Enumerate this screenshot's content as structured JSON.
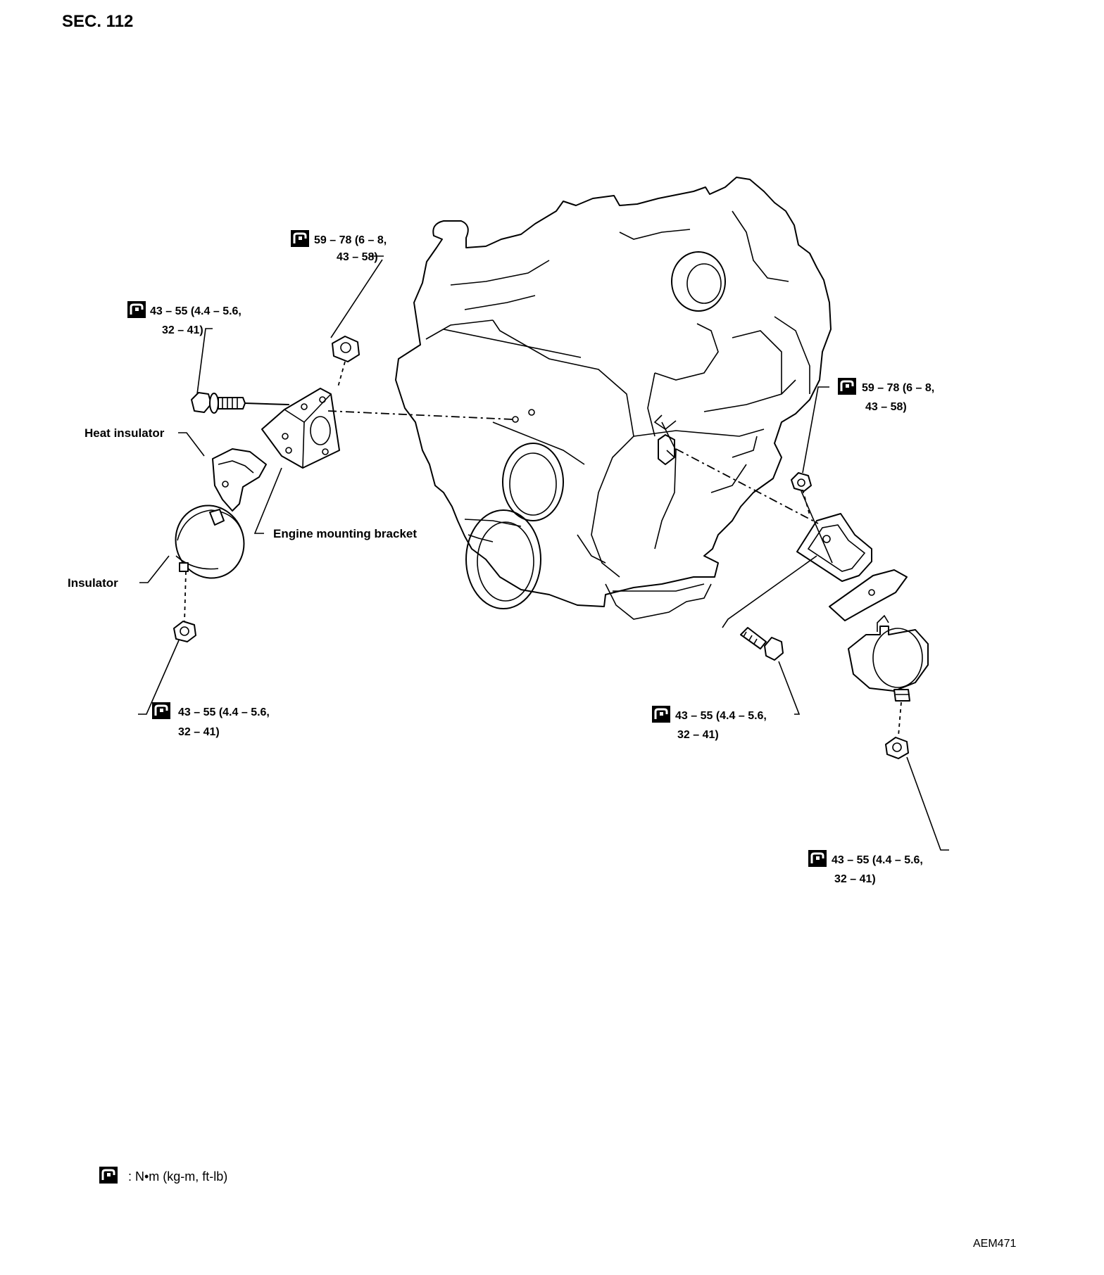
{
  "section": "SEC. 112",
  "figure_code": "AEM471",
  "legend": {
    "unit": ": N•m (kg-m, ft-lb)",
    "icon": "torque-wrench-icon"
  },
  "labels": {
    "heat_insulator": "Heat insulator",
    "engine_mounting_bracket": "Engine mounting bracket",
    "insulator": "Insulator"
  },
  "torques": {
    "top_nut": {
      "line1": "59 – 78 (6 – 8,",
      "line2": "43 – 58)"
    },
    "left_bolt": {
      "line1": "43 – 55 (4.4 – 5.6,",
      "line2": "32 – 41)"
    },
    "left_bottom": {
      "line1": "43 – 55 (4.4 – 5.6,",
      "line2": "32 – 41)"
    },
    "right_nut": {
      "line1": "59 – 78 (6 – 8,",
      "line2": "43 – 58)"
    },
    "right_bolt": {
      "line1": "43 – 55 (4.4 – 5.6,",
      "line2": "32 – 41)"
    },
    "right_bottom": {
      "line1": "43 – 55 (4.4 – 5.6,",
      "line2": "32 – 41)"
    }
  }
}
